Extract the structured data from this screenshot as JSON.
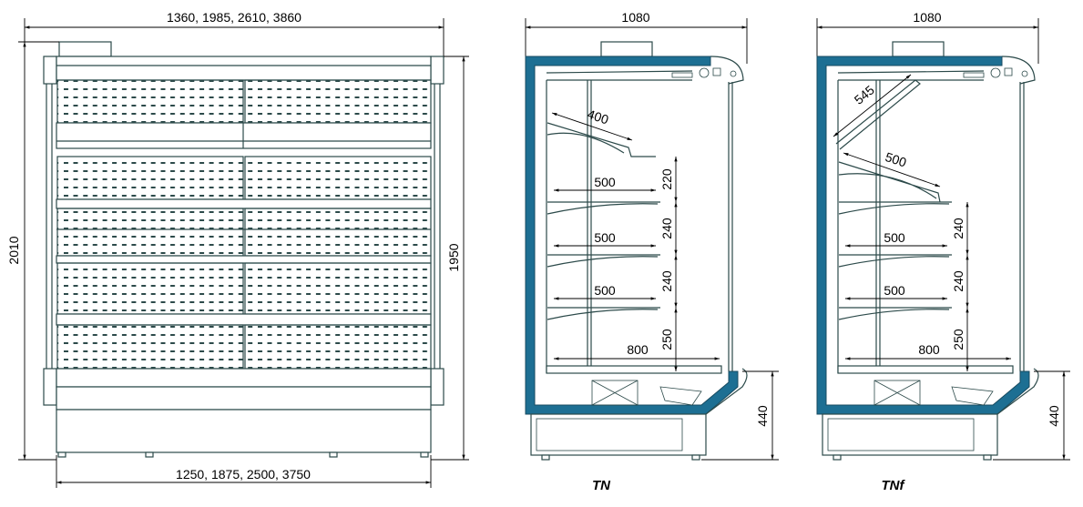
{
  "front_view": {
    "width_top": "1360, 1985, 2610, 3860",
    "width_bottom": "1250, 1875, 2500, 3750",
    "height_total": "2010",
    "height_body": "1950"
  },
  "side_tn": {
    "label": "TN",
    "depth": "1080",
    "top_shelf": "400",
    "shelves": [
      "500",
      "500",
      "500"
    ],
    "bottom_shelf": "800",
    "spacings": [
      "220",
      "240",
      "240",
      "250"
    ],
    "base_height": "440"
  },
  "side_tnf": {
    "label": "TNf",
    "depth": "1080",
    "top_shelf": "545",
    "slanted_shelf": "500",
    "shelves": [
      "500",
      "500"
    ],
    "bottom_shelf": "800",
    "spacings": [
      "240",
      "240",
      "250"
    ],
    "base_height": "440"
  },
  "colors": {
    "insulation": "#1d6f93",
    "lines": "#2c4a4a"
  }
}
